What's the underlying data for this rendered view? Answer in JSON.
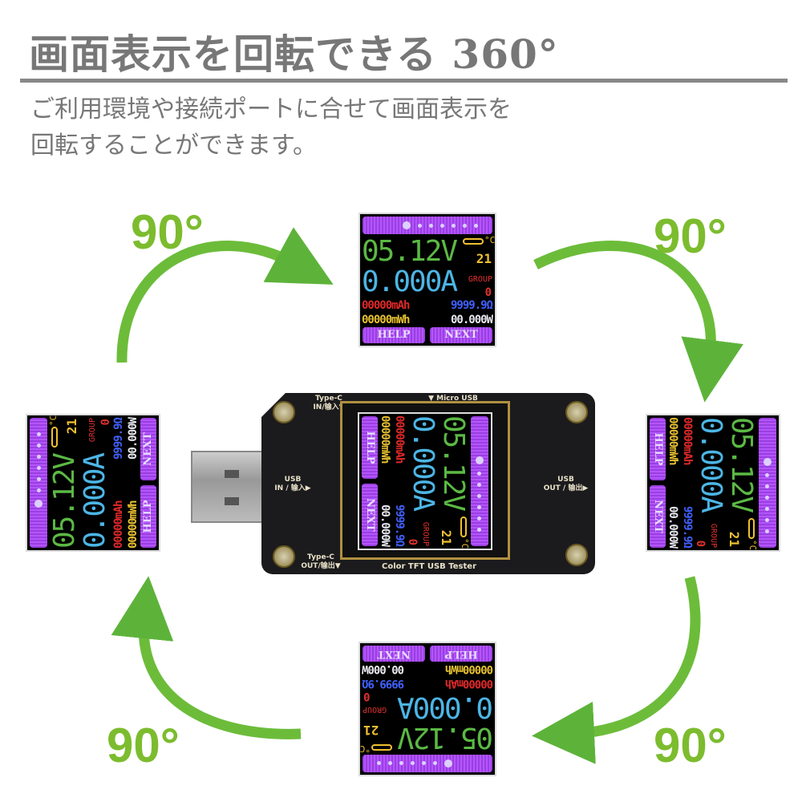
{
  "header": {
    "title": "画面表示を回転できる 360°",
    "line1": "ご利用環境や接続ポートに合せて画面表示を",
    "line2": "回転することができます。"
  },
  "rotation_labels": [
    "90°",
    "90°",
    "90°",
    "90°"
  ],
  "arrow_color": "#7cbc2e",
  "device": {
    "type_c_in": "Type-C",
    "type_c_in2": "IN/输入▼",
    "micro_usb": "▼ Micro USB",
    "usb_in": "USB",
    "usb_in2": "IN / 输入▶",
    "usb_out": "USB",
    "usb_out2": "OUT / 输出▶",
    "type_c_out": "Type-C",
    "type_c_out2": "OUT/输出▼",
    "model": "Color TFT USB Tester"
  },
  "screen": {
    "voltage": "05.12V",
    "current": "0.000A",
    "temp_unit": "°C",
    "temperature": "21",
    "group_label": "GROUP",
    "group": "0",
    "mah": "00000mAh",
    "ohm": "9999.9Ω",
    "mwh": "00000mWh",
    "watt": "00.000W",
    "help": "HELP",
    "next": "NEXT"
  }
}
